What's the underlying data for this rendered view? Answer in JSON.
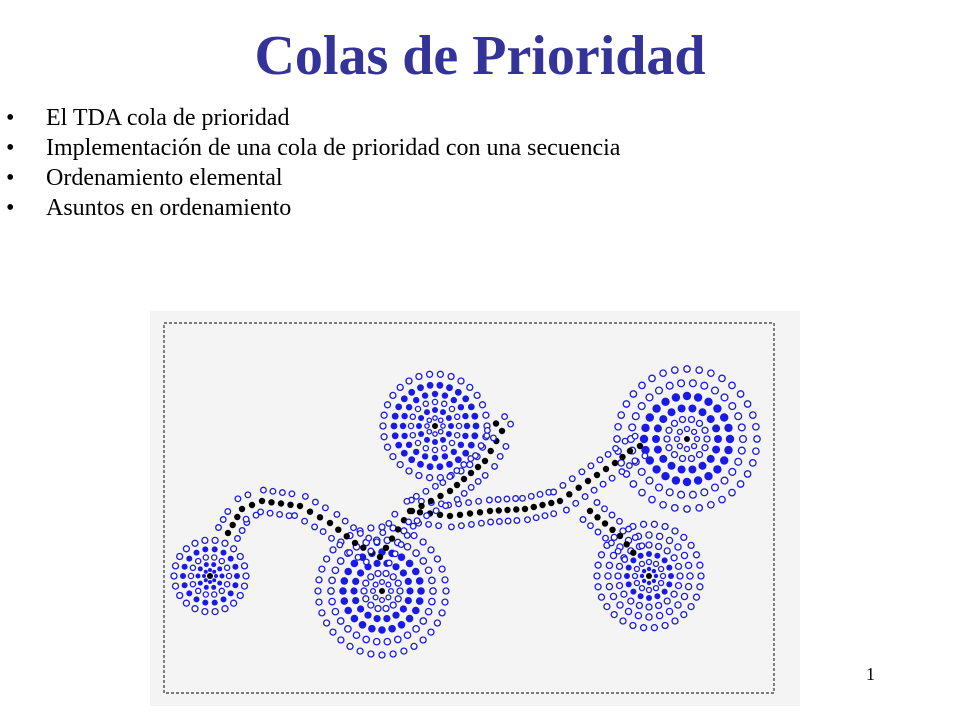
{
  "slide": {
    "title": "Colas de Prioridad",
    "bullet_char": "•",
    "bullets": [
      "El TDA cola de prioridad",
      "Implementación de una cola de prioridad con una secuencia",
      "Ordenamiento elemental",
      "Asuntos en ordenamiento"
    ],
    "page_number": "1"
  },
  "figure": {
    "description_colors": {
      "blue": "#1a1ae6",
      "black": "#000000",
      "background": "#f4f4f4",
      "border": "#333333"
    }
  }
}
